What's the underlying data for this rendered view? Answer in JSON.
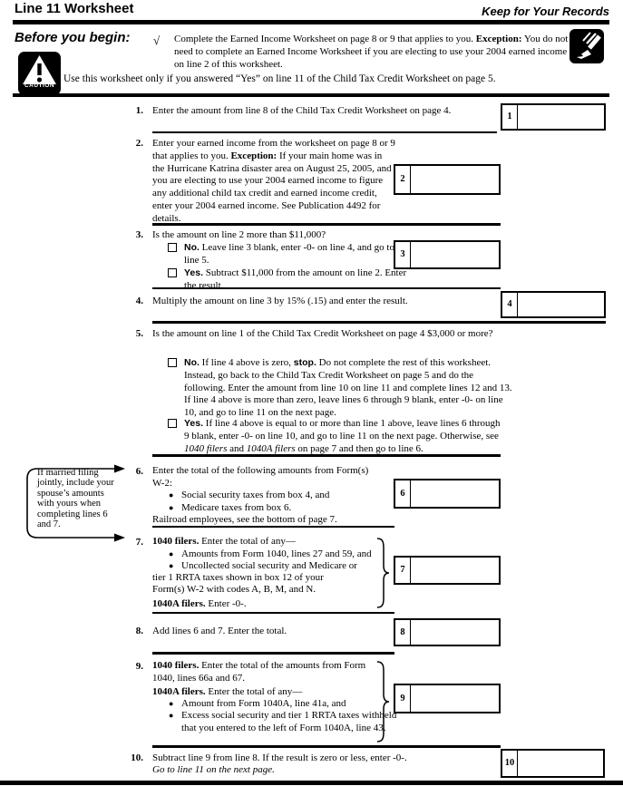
{
  "glyphs": {
    "bullet": "●",
    "checkmark": "√"
  },
  "header": {
    "title": "Line 11 Worksheet",
    "keep_label": "Keep for Your Records"
  },
  "before": {
    "label": "Before you begin:",
    "note_lead": "Complete the Earned Income Worksheet on page 8 or 9 that applies to you. ",
    "note_exception": "Exception:",
    "note_rest": " You do not need to complete an Earned Income Worksheet if you are electing to use your 2004 earned income on line 2 of this worksheet.",
    "caution_label": "CAUTION",
    "caution_text": "Use this worksheet only if you answered “Yes” on line 11 of the Child Tax Credit Worksheet on page 5."
  },
  "callout": {
    "text": "If married filing jointly, include your spouse’s amounts with yours when completing lines 6 and 7."
  },
  "items": {
    "i1": {
      "num": "1.",
      "text": "Enter the amount from line 8 of the Child Tax Credit Worksheet on page 4.",
      "box_label": "1"
    },
    "i2": {
      "num": "2.",
      "t1": "Enter your earned income from the worksheet on page 8 or 9 that applies to you. ",
      "b": "Exception:",
      "t2": " If your main home was in the Hurricane Katrina disaster area on August 25, 2005, and you are electing to use your 2004 earned income to figure any additional child tax credit and earned income credit, enter your 2004 earned income. See Publication 4492 for details.",
      "box_label": "2"
    },
    "i3": {
      "num": "3.",
      "question": "Is the amount on line 2 more than $11,000?",
      "no_label": "No.",
      "no_text": " Leave line 3 blank, enter -0- on line 4, and go to line 5.",
      "yes_label": "Yes.",
      "yes_text": " Subtract $11,000 from the amount on line 2. Enter the result.",
      "box_label": "3"
    },
    "i4": {
      "num": "4.",
      "text": "Multiply the amount on line 3 by 15% (.15) and enter the result.",
      "box_label": "4"
    },
    "i5": {
      "num": "5.",
      "question": "Is the amount on line 1 of the Child Tax Credit Worksheet on page 4 $3,000 or more?",
      "no_label": "No.",
      "no_t1": " If line 4 above is zero, ",
      "no_stop": "stop.",
      "no_t2": " Do not complete the rest of this worksheet. Instead, go back to the Child Tax Credit Worksheet on page 5 and do the following. Enter the amount from line 10 on line 11 and complete lines 12 and 13. If line 4 above is more than zero, leave lines 6 through 9 blank, enter -0- on line 10, and go to line 11 on the next page.",
      "yes_label": "Yes.",
      "yes_t1": " If line 4 above is equal to or more than line 1 above, leave lines 6 through 9 blank, enter -0- on line 10, and go to line 11 on the next page. Otherwise, see ",
      "yes_i1": "1040 filers",
      "yes_t2": " and ",
      "yes_i2": "1040A filers",
      "yes_t3": " on page 7 and then go to line 6."
    },
    "i6": {
      "num": "6.",
      "t1": "Enter the total of the following amounts from Form(s) W-2:",
      "bullet1": "Social security taxes from box 4, and",
      "bullet2": "Medicare taxes from box 6.",
      "t2": "Railroad employees, see the bottom of page 7.",
      "box_label": "6"
    },
    "i7": {
      "num": "7.",
      "b1": "1040 filers.",
      "t1": " Enter the total of any—",
      "bullet1": "Amounts from Form 1040, lines 27 and 59, and",
      "bullet2": "Uncollected social security and Medicare or",
      "l1": "tier 1 RRTA taxes shown in box 12 of your",
      "l2": "Form(s) W-2 with codes A, B, M, and N.",
      "b2": "1040A filers.",
      "t2": " Enter -0-.",
      "box_label": "7"
    },
    "i8": {
      "num": "8.",
      "text": "Add lines 6 and 7. Enter the total.",
      "box_label": "8"
    },
    "i9": {
      "num": "9.",
      "b1": "1040 filers.",
      "t1": " Enter the total of the amounts from Form 1040, lines 66a and 67.",
      "b2": "1040A filers.",
      "t2": " Enter the total of any—",
      "bullet1": "Amount from Form 1040A, line 41a, and",
      "bullet2": "Excess social security and tier 1 RRTA taxes withheld that you entered to the left of Form 1040A, line 43.",
      "box_label": "9"
    },
    "i10": {
      "num": "10.",
      "t1": "Subtract line 9 from line 8. If the result is zero or less, enter -0-.",
      "t2": "Go to line 11 on the next page.",
      "box_label": "10"
    }
  }
}
